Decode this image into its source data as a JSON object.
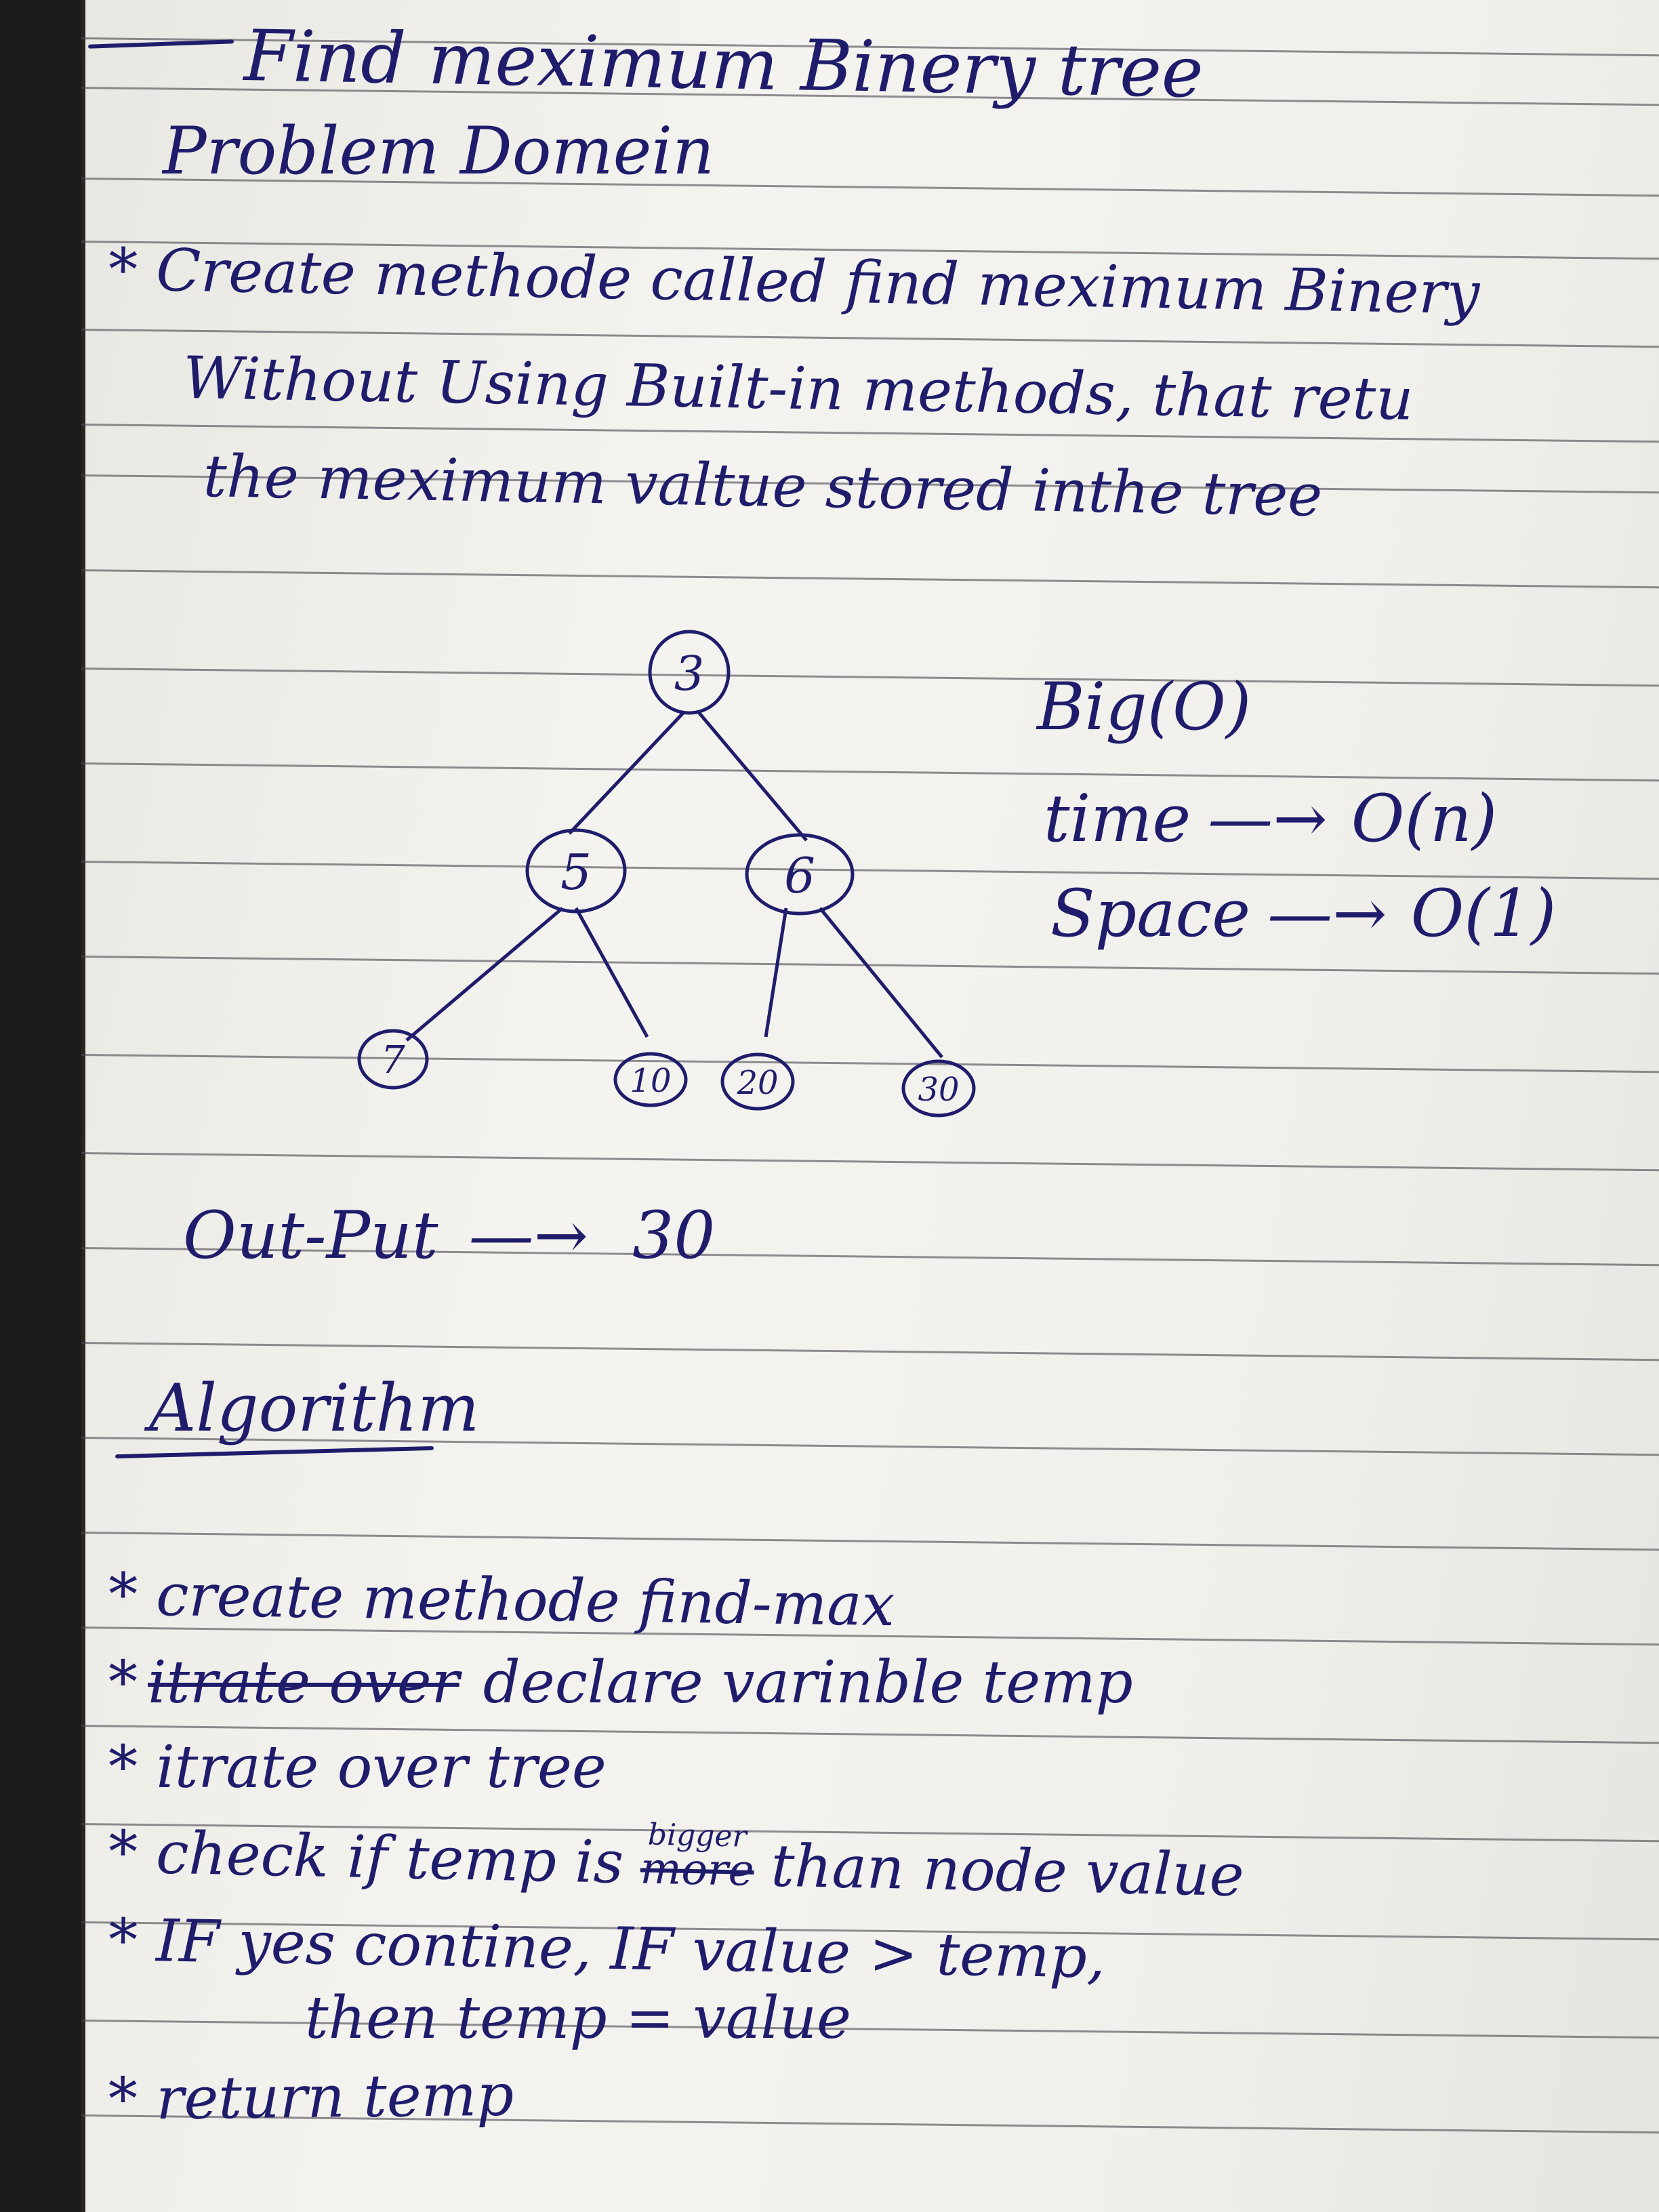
{
  "title": "Find meximum Binery tree",
  "problem_heading": "Problem Domein",
  "problem_lines": [
    "* Create methode called find meximum Binery",
    "Without Using Built-in methods, that retu",
    "the meximum valtue stored inthe tree"
  ],
  "tree": {
    "root": "3",
    "left": "5",
    "right": "6",
    "left_left": "7",
    "left_right": "10",
    "right_left": "20",
    "right_right": "30"
  },
  "complexity": {
    "heading": "Big(O)",
    "time_label": "time",
    "time_value": "O(n)",
    "space_label": "Space",
    "space_value": "O(1)",
    "arrow": "—→"
  },
  "output": {
    "label": "Out-Put",
    "arrow": "—→",
    "value": "30"
  },
  "algorithm": {
    "heading": "Algorithm",
    "steps": [
      "* create methode find-max",
      "itrate over",
      "declare varinble temp",
      "* itrate over tree",
      "* check if temp is",
      "more",
      "bigger",
      "than node value",
      "* IF yes contine, IF value > temp,",
      "then temp = value",
      "* return temp"
    ],
    "step2_marker": "*"
  },
  "colors": {
    "ink": "#1f1d6b",
    "paper": "#f1f0ec",
    "rule": "#4f4a54"
  }
}
